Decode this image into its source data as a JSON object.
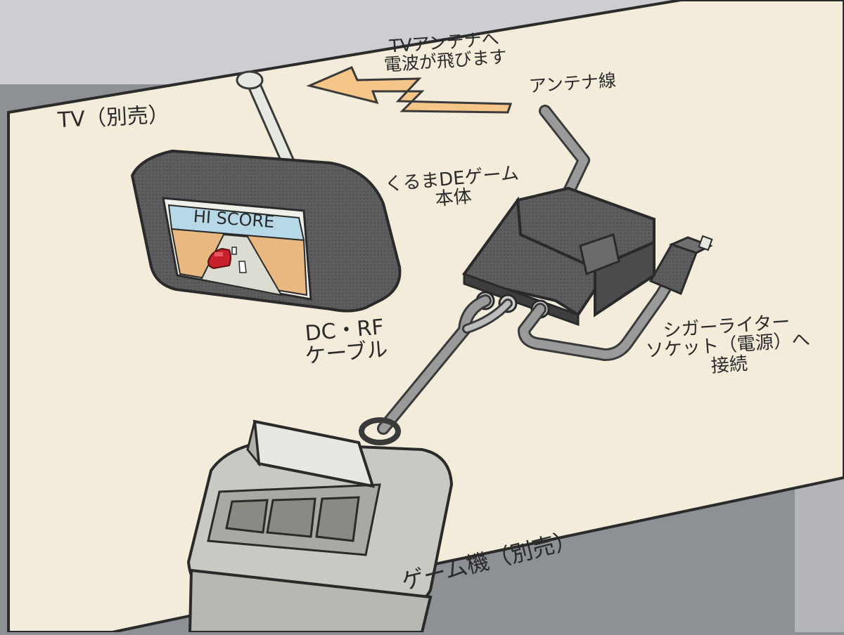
{
  "labels": {
    "tv": "TV（別売）",
    "antenna_wave_1": "TVアンテナへ",
    "antenna_wave_2": "電波が飛びます",
    "antenna_wire": "アンテナ線",
    "main_unit_1": "くるまDEゲーム",
    "main_unit_2": "本体",
    "dcrf_1": "DC・RF",
    "dcrf_2": "ケーブル",
    "cigar_1": "シガーライター",
    "cigar_2": "ソケット（電源）へ",
    "cigar_3": "接続",
    "console": "ゲーム機（別売）"
  },
  "tv_screen": {
    "text": "HI SCORE"
  },
  "colors": {
    "background_gray": "#8d9094",
    "paper": "#f3ecdb",
    "device_dark": "#5d5d60",
    "device_light": "#c9c9c4",
    "cable": "#9a9a9a",
    "arrow": "#f5c58a",
    "screen_sky": "#b7d8e6",
    "screen_sand": "#e9b880",
    "car_red": "#c9202b"
  },
  "icons": {
    "wave_arrow": "lightning-arrow-icon",
    "tv": "portable-tv-icon",
    "main_unit": "adapter-box-icon",
    "plug": "cigar-plug-icon",
    "console": "game-console-icon",
    "car": "car-icon"
  }
}
